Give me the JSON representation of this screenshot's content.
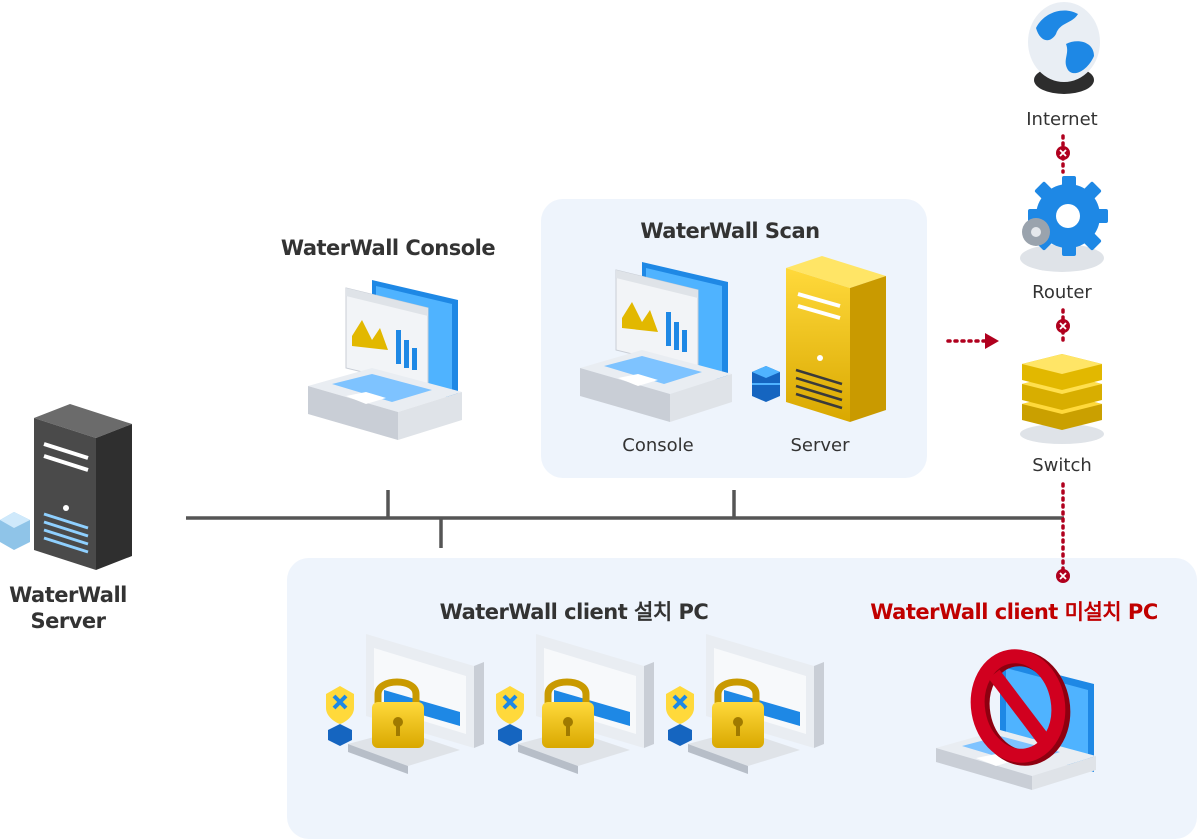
{
  "labels": {
    "internet": "Internet",
    "router": "Router",
    "switch": "Switch",
    "console_title": "WaterWall Console",
    "scan_title": "WaterWall Scan",
    "scan_console": "Console",
    "scan_server": "Server",
    "server_line1": "WaterWall",
    "server_line2": "Server",
    "installed_title": "WaterWall client 설치 PC",
    "not_installed_title": "WaterWall client 미설치 PC"
  },
  "colors": {
    "network_line": "#555555",
    "blocked_link": "#b0001e",
    "panel_bg": "#eef4fc",
    "accent_blue": "#1e88e5",
    "accent_gold": "#e2b800",
    "alert_red": "#c00000"
  },
  "icons": {
    "internet": "globe-icon",
    "router": "gear-icon",
    "switch": "stacked-switch-icon",
    "console": "laptop-dashboard-icon",
    "scan_server": "tower-server-icon",
    "main_server": "tower-server-icon",
    "installed_pc": "locked-monitor-icon",
    "not_installed_pc": "blocked-laptop-icon"
  }
}
